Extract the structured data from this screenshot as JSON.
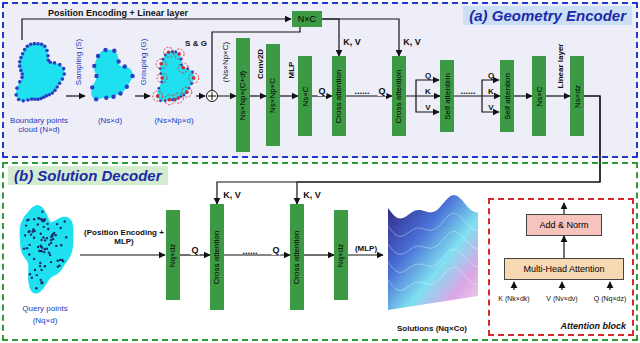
{
  "diagram": {
    "nodes": [
      {
        "text": [
          "(a) Geometry Encoder"
        ]
      },
      {
        "text": [
          "N×C"
        ],
        "in": 0
      },
      {
        "text": [
          "Ns×Np×(C+d)"
        ],
        "in": 0
      },
      {
        "text": [
          "Ns×Np×C"
        ],
        "in": 0
      },
      {
        "text": [
          "Ns×C"
        ],
        "in": 0
      },
      {
        "text": [
          "Cross attention"
        ],
        "in": 0
      },
      {
        "text": [
          "Cross attention"
        ],
        "in": 0
      },
      {
        "text": [
          "Self attention"
        ],
        "in": 0
      },
      {
        "text": [
          "Self attention"
        ],
        "in": 0
      },
      {
        "text": [
          "Ns×C"
        ],
        "in": 0
      },
      {
        "text": [
          "Ns×dz"
        ],
        "in": 0
      },
      {
        "text": [
          "(b) Solution Decoder"
        ]
      },
      {
        "text": [
          "Nq×dz"
        ],
        "in": 11
      },
      {
        "text": [
          "Cross attention"
        ],
        "in": 11
      },
      {
        "text": [
          "Cross attention"
        ],
        "in": 11
      },
      {
        "text": [
          "Nq×dz"
        ],
        "in": 11
      },
      {
        "text": [
          "Attention block"
        ],
        "in": 11
      },
      {
        "text": [
          "Add & Norm"
        ],
        "in": 16
      },
      {
        "text": [
          "Multi-Head Attention"
        ],
        "in": 16
      }
    ],
    "edges": [
      {
        "from": 1,
        "to": 2,
        "arrow": "to"
      },
      {
        "from": 1,
        "to": 5,
        "arrow": "to",
        "label": "K, V"
      },
      {
        "from": 1,
        "to": 6,
        "arrow": "to",
        "label": "K, V"
      },
      {
        "from": 2,
        "to": 3,
        "arrow": "to"
      },
      {
        "from": 3,
        "to": 4,
        "arrow": "to"
      },
      {
        "from": 4,
        "to": 5,
        "arrow": "to",
        "label": "Q"
      },
      {
        "from": 5,
        "to": 6,
        "arrow": "to",
        "label": "Q"
      },
      {
        "from": 6,
        "to": 7,
        "arrow": "to"
      },
      {
        "from": 7,
        "to": 8,
        "arrow": "to"
      },
      {
        "from": 8,
        "to": 9,
        "arrow": "to"
      },
      {
        "from": 9,
        "to": 10,
        "arrow": "to"
      },
      {
        "from": 10,
        "to": 13,
        "arrow": "to",
        "label": "K, V"
      },
      {
        "from": 10,
        "to": 14,
        "arrow": "to",
        "label": "K, V"
      },
      {
        "from": 12,
        "to": 13,
        "arrow": "to",
        "label": "Q"
      },
      {
        "from": 13,
        "to": 14,
        "arrow": "to",
        "label": "Q"
      },
      {
        "from": 14,
        "to": 15,
        "arrow": "to"
      },
      {
        "from": 18,
        "to": 17,
        "arrow": "to"
      }
    ],
    "labels": [
      "Position Encoding + Linear layer",
      "Boundary points cloud (N×d)",
      "Sampling (S)",
      "(Ns×d)",
      "Grouping (G)",
      "(Ns×Np×d)",
      "S & G",
      "(Ns×Np×C)",
      "Conv2D",
      "MLP",
      "......",
      "Q",
      "K",
      "V",
      "......",
      "Q",
      "K",
      "V",
      "Linear layer",
      "(Position Encoding + MLP)",
      "Query points",
      "(Nq×d)",
      "......",
      "(MLP)",
      "Solutions (Nq×Co)",
      "K (Nk×dk)",
      "V (Nv×dv)",
      "Q (Nq×dz)"
    ]
  }
}
